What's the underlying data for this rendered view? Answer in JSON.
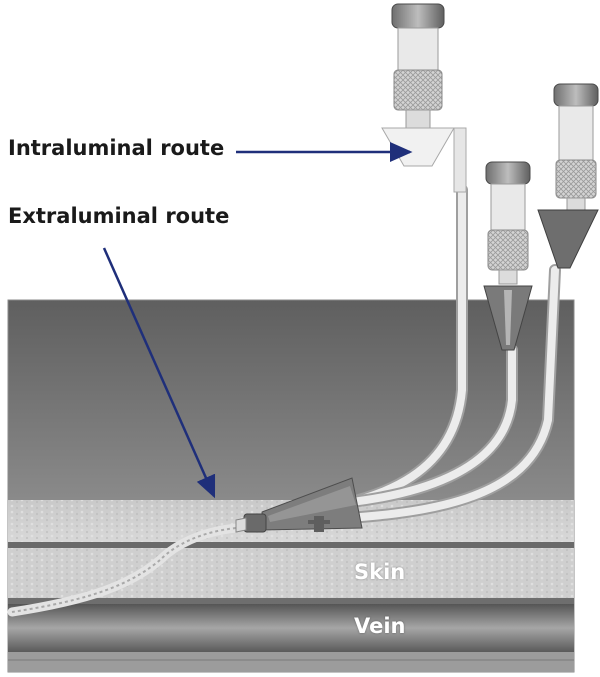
{
  "labels": {
    "intraluminal": "Intraluminal route",
    "extraluminal": "Extraluminal route",
    "skin": "Skin",
    "vein": "Vein"
  },
  "colors": {
    "arrow": "#1f2f7a",
    "tissue_dark": "#6d6d6d",
    "skin_surface": "#cfcfcf",
    "vein": "#8a8a8a",
    "catheter": "#e6e6e6",
    "hub": "#7a7a7a"
  },
  "icons": {
    "intraluminal_arrow": "arrow-right-icon",
    "extraluminal_arrow": "arrow-down-right-icon",
    "lumen_connector": "luer-connector-icon"
  }
}
